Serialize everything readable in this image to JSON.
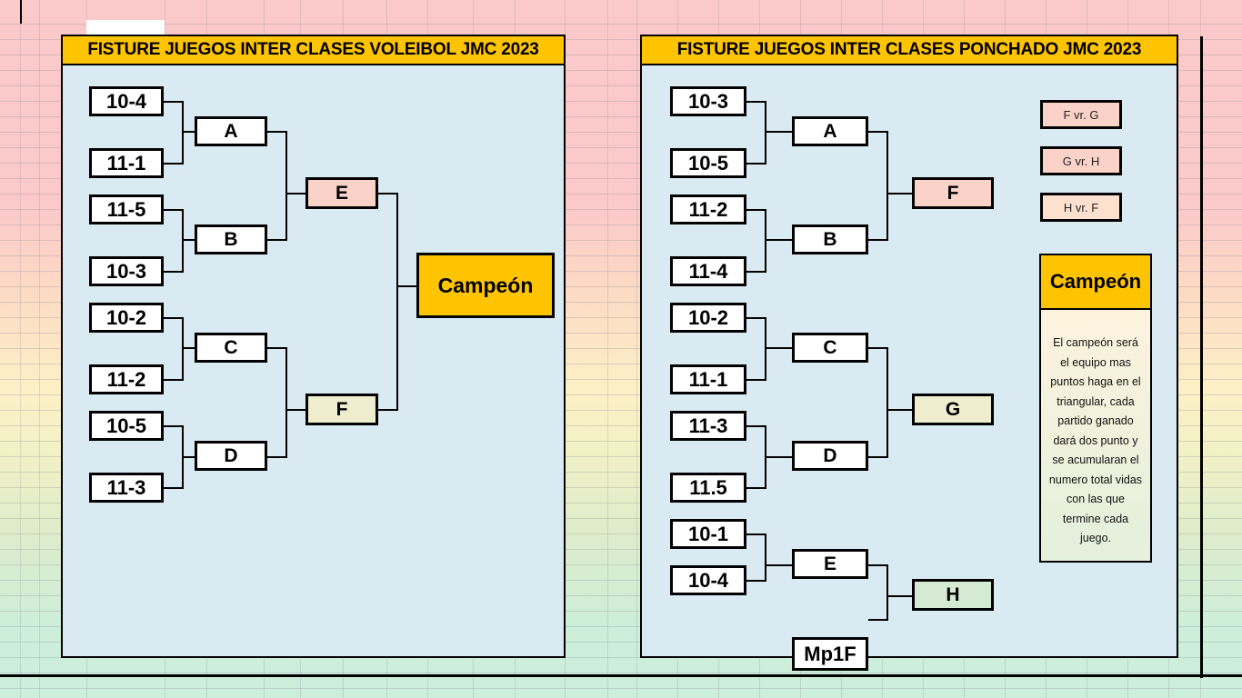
{
  "background": {
    "gradient_top": "#fbc9c9",
    "gradient_mid": "#fdf0c6",
    "gradient_bottom": "#cceeda"
  },
  "panels": [
    {
      "id": "voleibol",
      "title": "FISTURE JUEGOS INTER CLASES VOLEIBOL JMC 2023",
      "title_bg": "#ffc400",
      "body_bg": "#d9eaf2",
      "seeds": [
        "10-4",
        "11-1",
        "11-5",
        "10-3",
        "10-2",
        "11-2",
        "10-5",
        "11-3"
      ],
      "matches": [
        "A",
        "B",
        "C",
        "D"
      ],
      "semis": [
        {
          "label": "E",
          "color": "#fbd2c7"
        },
        {
          "label": "F",
          "color": "#eeeecf"
        }
      ],
      "final": {
        "label": "Campeón",
        "color": "#ffc400"
      }
    },
    {
      "id": "ponchado",
      "title": "FISTURE JUEGOS INTER CLASES PONCHADO JMC 2023",
      "title_bg": "#ffc400",
      "body_bg": "#d9eaf2",
      "seeds": [
        "10-3",
        "10-5",
        "11-2",
        "11-4",
        "10-2",
        "11-1",
        "11-3",
        "11.5",
        "10-1",
        "10-4",
        "Mp1F"
      ],
      "matches": [
        "A",
        "B",
        "C",
        "D",
        "E"
      ],
      "semis": [
        {
          "label": "F",
          "color": "#fbd2c7"
        },
        {
          "label": "G",
          "color": "#eeeecf"
        },
        {
          "label": "H",
          "color": "#d4ead3"
        }
      ],
      "triangular": [
        {
          "label": "F vr. G",
          "color": "#fbd2c7"
        },
        {
          "label": "G vr. H",
          "color": "#fbd2c7"
        },
        {
          "label": "H vr. F",
          "color": "#fde0ce"
        }
      ],
      "champion_note": {
        "heading": "Campeón",
        "heading_bg": "#ffc400",
        "text": "El campeón será el equipo mas puntos haga en el triangular, cada partido ganado dará dos punto y se acumularan el numero total vidas con las que termine cada juego."
      }
    }
  ]
}
